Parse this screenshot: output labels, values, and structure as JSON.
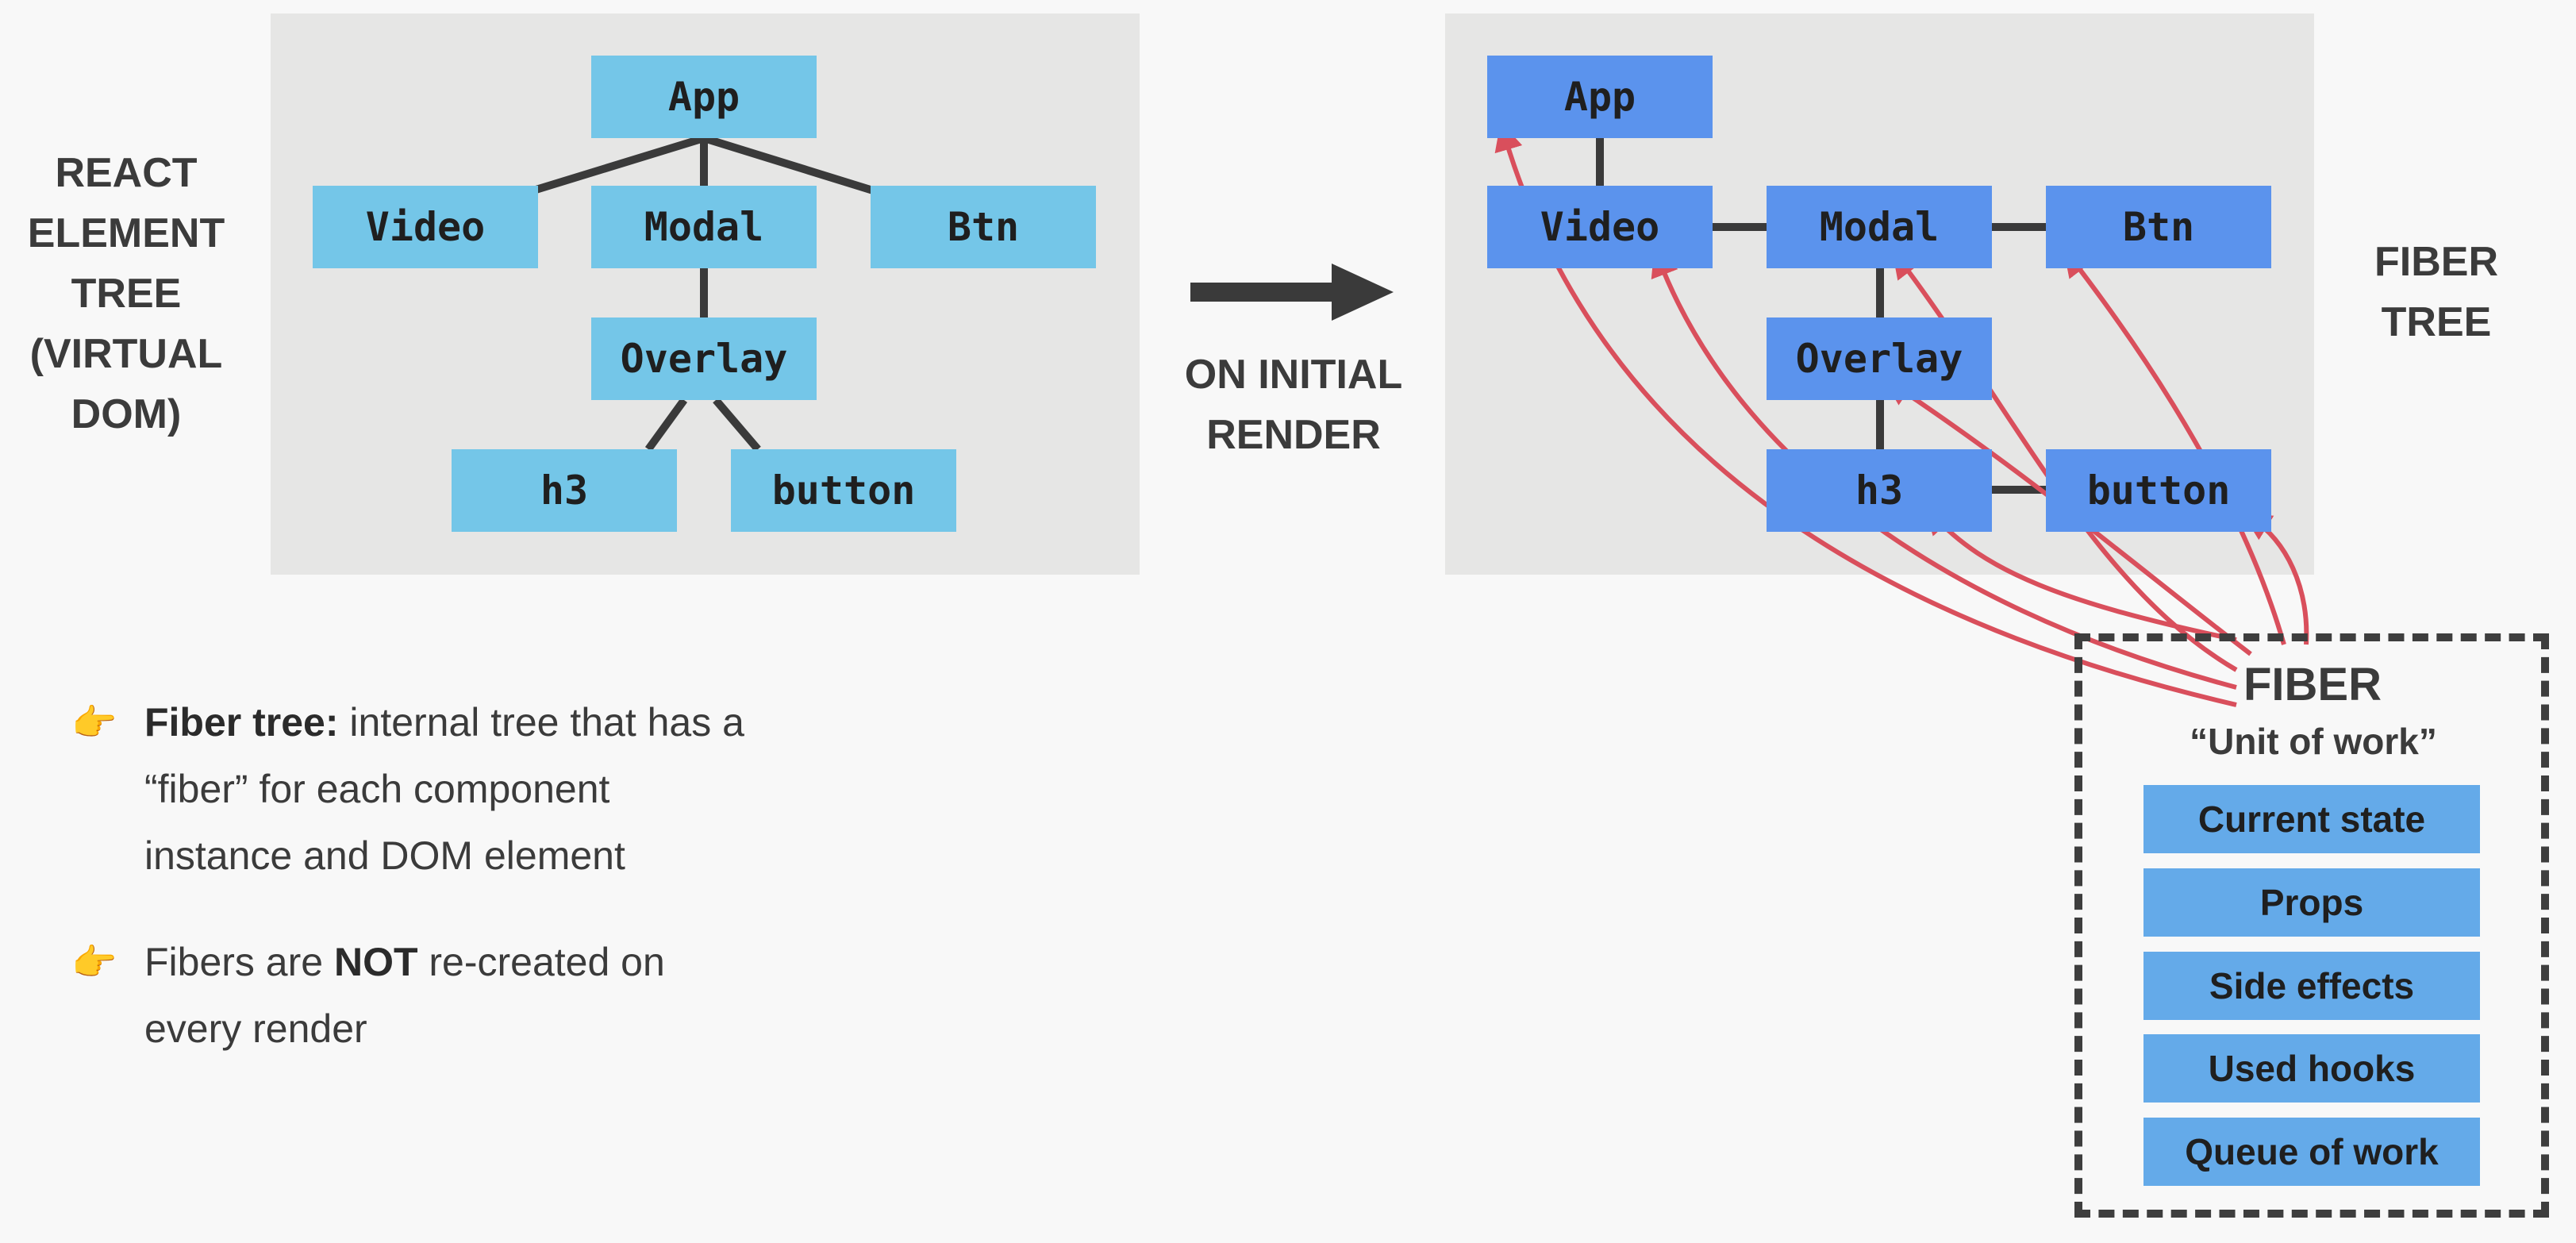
{
  "left_label": [
    "REACT",
    "ELEMENT",
    "TREE",
    "(VIRTUAL",
    "DOM)"
  ],
  "arrow_label": [
    "ON INITIAL",
    "RENDER"
  ],
  "right_label": [
    "FIBER",
    "TREE"
  ],
  "element_tree": {
    "app": "App",
    "video": "Video",
    "modal": "Modal",
    "btn": "Btn",
    "overlay": "Overlay",
    "h3": "h3",
    "button": "button"
  },
  "fiber_tree": {
    "app": "App",
    "video": "Video",
    "modal": "Modal",
    "btn": "Btn",
    "overlay": "Overlay",
    "h3": "h3",
    "button": "button"
  },
  "fiber": {
    "title": "FIBER",
    "subtitle": "“Unit of work”",
    "fields": [
      "Current state",
      "Props",
      "Side effects",
      "Used hooks",
      "Queue of work"
    ]
  },
  "bullets": [
    {
      "icon": "pointing-hand-icon",
      "strong": "Fiber tree:",
      "lines": [
        " internal tree that has a",
        "“fiber” for each component",
        "instance and DOM element"
      ]
    },
    {
      "icon": "pointing-hand-icon",
      "pre": "Fibers are ",
      "strong": "NOT",
      "post": " re-created on",
      "line2": "every render"
    }
  ],
  "colors": {
    "panel": "#e6e6e5",
    "element_node": "#74c6e8",
    "fiber_node": "#5b93ed",
    "fiber_field": "#64aae9",
    "connector_arrow": "#d94f5c",
    "edge": "#3a3a3a"
  }
}
